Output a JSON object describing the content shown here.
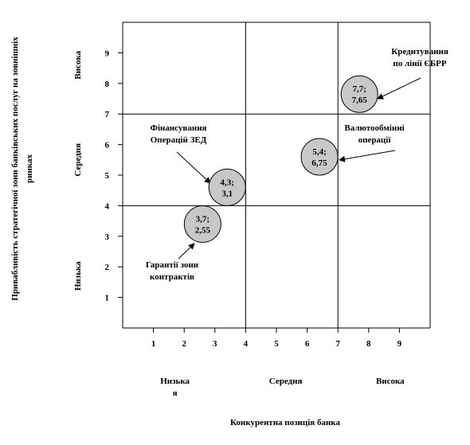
{
  "chart_data": {
    "type": "scatter",
    "xlabel": "Конкурентна позиція банка",
    "ylabel_line1": "Привабливість стратегічної зони банківських послуг на зовнішніх",
    "ylabel_line2": "ринках",
    "x_ticks": [
      "1",
      "2",
      "3",
      "4",
      "5",
      "6",
      "7",
      "8",
      "9"
    ],
    "y_ticks": [
      "1",
      "2",
      "3",
      "4",
      "5",
      "6",
      "7",
      "8",
      "9"
    ],
    "xlim": [
      0,
      10
    ],
    "ylim": [
      0,
      10
    ],
    "x_dividers": [
      4,
      7
    ],
    "y_dividers": [
      4,
      7
    ],
    "x_zones": [
      {
        "line1": "Низька",
        "line2": "я",
        "x": 1.7
      },
      {
        "line1": "Середня",
        "line2": "",
        "x": 5.3
      },
      {
        "line1": "Висока",
        "line2": "",
        "x": 8.7
      }
    ],
    "y_zones": [
      {
        "label": "Висока",
        "y": 8.6
      },
      {
        "label": "Середня",
        "y": 5.5
      },
      {
        "label": "Низька",
        "y": 1.7
      }
    ],
    "points": [
      {
        "x": 7.7,
        "y": 7.65,
        "label_line1": "7,7;",
        "label_line2": "7,65",
        "annotation": [
          "Кредитування",
          "по лінії ЄБРР"
        ]
      },
      {
        "x": 6.4,
        "y": 5.6,
        "label_line1": "5,4;",
        "label_line2": "6,75",
        "annotation": [
          "Валютообмінні",
          "операції"
        ]
      },
      {
        "x": 3.4,
        "y": 4.6,
        "label_line1": "4,3;",
        "label_line2": "3,1",
        "annotation": [
          "Фінансування",
          "Операцій ЗЕД"
        ]
      },
      {
        "x": 2.6,
        "y": 3.4,
        "label_line1": "3,7;",
        "label_line2": "2,55",
        "annotation": [
          "Гарантії зони",
          "контрактів"
        ]
      }
    ]
  }
}
